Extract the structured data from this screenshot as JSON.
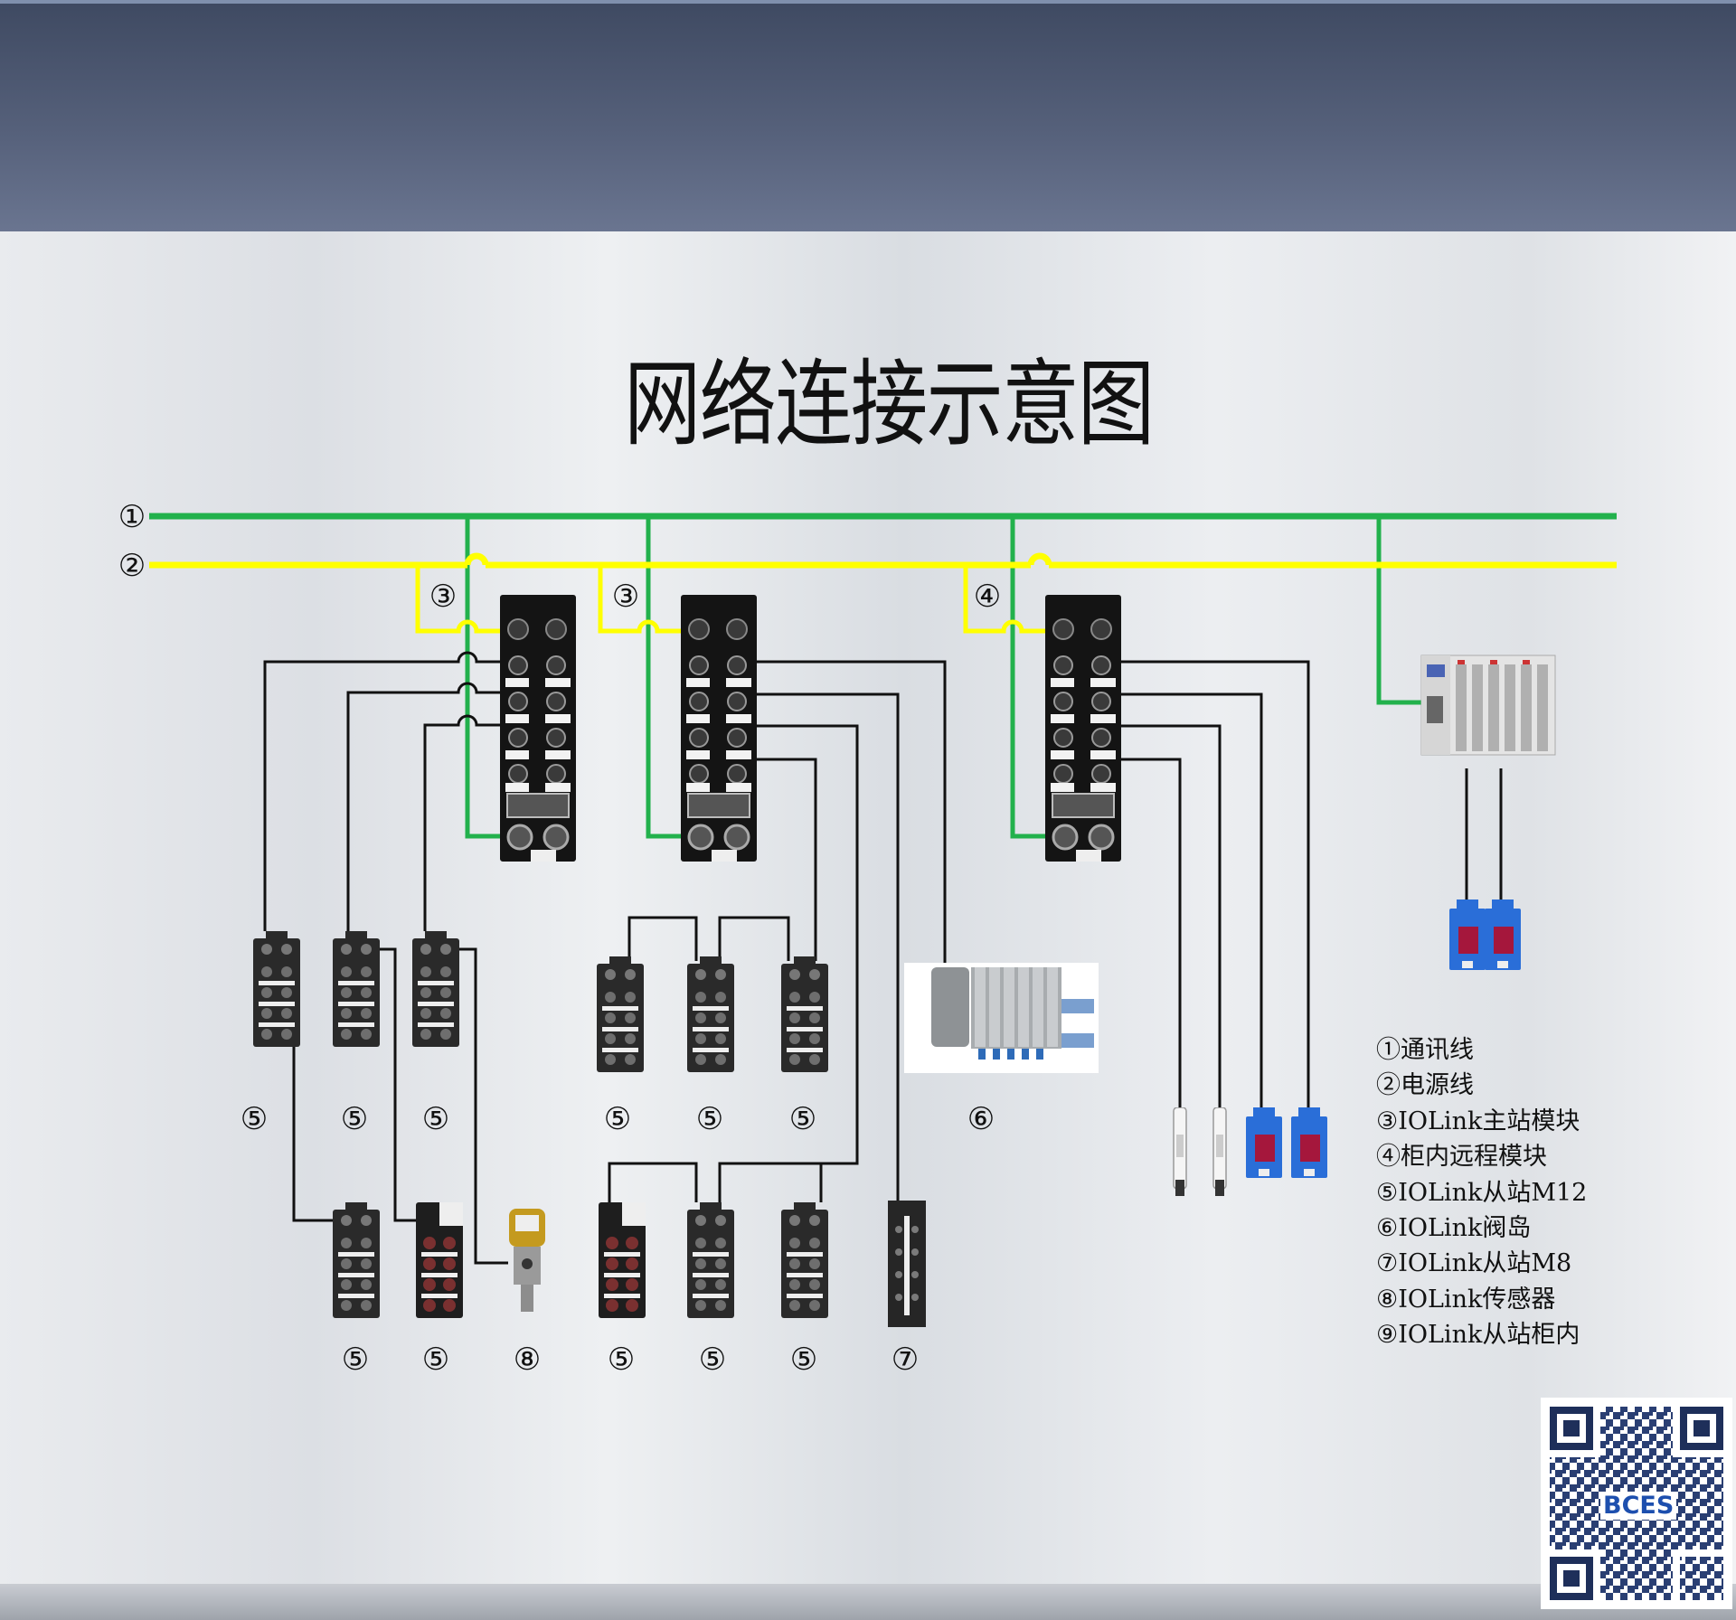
{
  "title": "网络连接示意图",
  "line_markers": {
    "comm": "①",
    "power": "②"
  },
  "colors": {
    "comm_line": "#22b14c",
    "power_line": "#ffff00",
    "signal_line": "#111111",
    "header": "#4a5570",
    "brand": "#1d4fae"
  },
  "node_labels": {
    "master_a": "③",
    "master_b": "③",
    "remote": "④",
    "slaves_top_left": [
      "⑤",
      "⑤",
      "⑤"
    ],
    "slaves_bottom_left": [
      "⑤",
      "⑤"
    ],
    "sensor": "⑧",
    "slaves_top_mid": [
      "⑤",
      "⑤",
      "⑤"
    ],
    "slaves_bottom_mid": [
      "⑤",
      "⑤",
      "⑤"
    ],
    "valve": "⑥",
    "slave_m8": "⑦"
  },
  "legend": [
    "①通讯线",
    "②电源线",
    "③IOLink主站模块",
    "④柜内远程模块",
    "⑤IOLink从站M12",
    "⑥IOLink阀岛",
    "⑦IOLink从站M8",
    "⑧IOLink传感器",
    "⑨IOLink从站柜内"
  ],
  "watermark": {
    "brand": "BCES",
    "icon": "qr-code-icon"
  }
}
